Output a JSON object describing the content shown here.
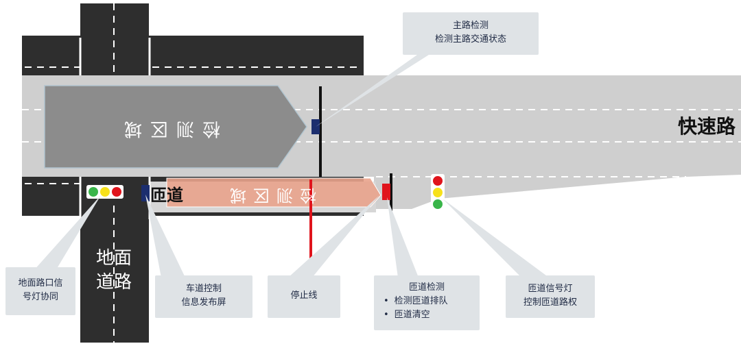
{
  "labels": {
    "expressway": "快速路",
    "ramp": "匝道",
    "surface_road_line1": "地面",
    "surface_road_line2": "道路",
    "mainline_detection_zone": "检测区域",
    "ramp_detection_zone": "检测区域"
  },
  "callouts": {
    "mainline_detection": {
      "line1": "主路检测",
      "line2": "检测主路交通状态"
    },
    "intersection_signal": {
      "line1": "地面路口信",
      "line2": "号灯协同"
    },
    "lane_control": {
      "line1": "车道控制",
      "line2": "信息发布屏"
    },
    "stop_line": {
      "line1": "停止线"
    },
    "ramp_detection": {
      "title": "匝道检测",
      "bullets": [
        "检测匝道排队",
        "匝道清空"
      ]
    },
    "ramp_signal": {
      "line1": "匝道信号灯",
      "line2": "控制匝道路权"
    }
  },
  "colors": {
    "road_dark": "#2e2e2e",
    "expressway_gray": "#cfcfcf",
    "zone_gray": "#8c8c8c",
    "zone_salmon": "#e9a38c",
    "stop_line_red": "#e0141c",
    "detector_blue": "#1c2e6e",
    "callout_bg": "#dfe3e6"
  }
}
